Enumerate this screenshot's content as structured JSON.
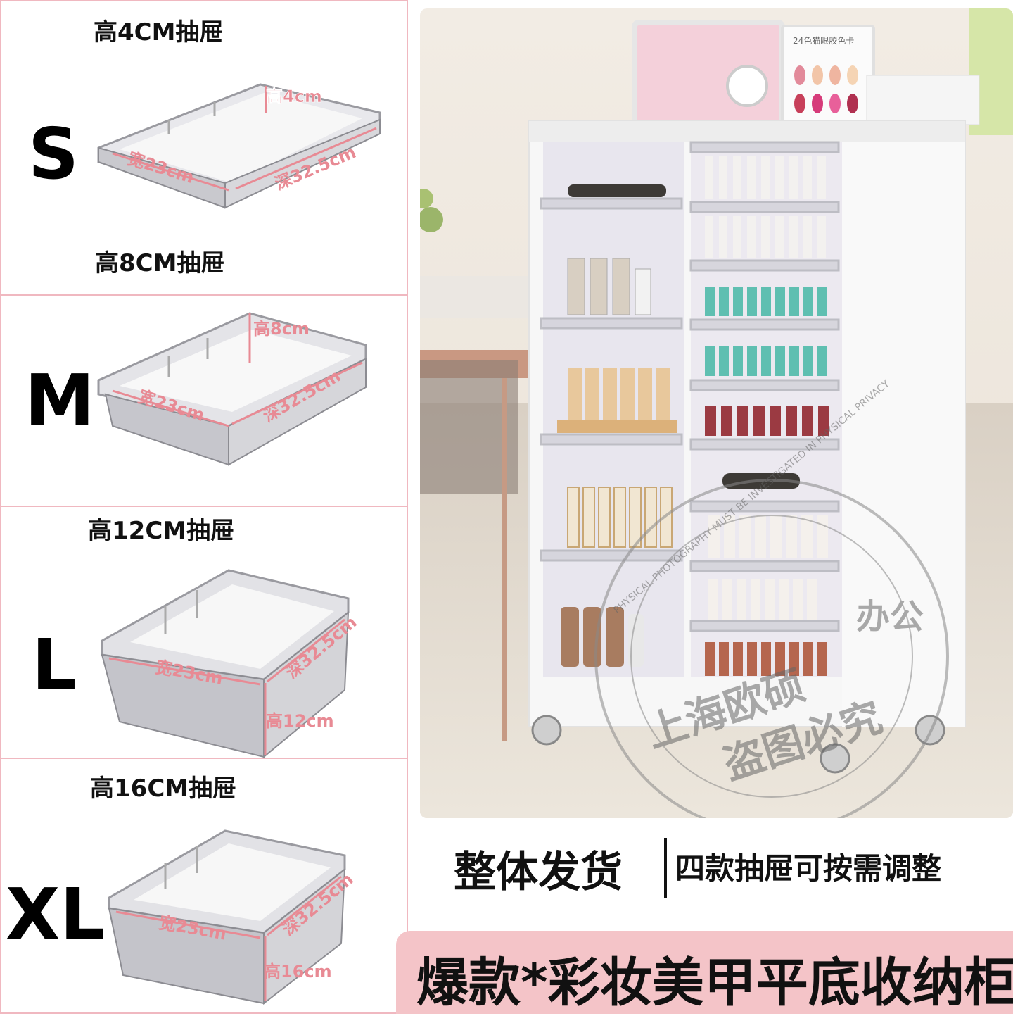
{
  "drawers": [
    {
      "size": "S",
      "caption": "高4CM抽屉",
      "height": "高4cm",
      "width": "宽23cm",
      "depth": "深32.5cm"
    },
    {
      "size": "M",
      "caption": "高8CM抽屉",
      "height": "高8cm",
      "width": "宽23cm",
      "depth": "深32.5cm"
    },
    {
      "size": "L",
      "caption": "高12CM抽屉",
      "height": "高12cm",
      "width": "宽23cm",
      "depth": "深32.5cm"
    },
    {
      "size": "XL",
      "caption": "高16CM抽屉",
      "height": "高16cm",
      "width": "宽23cm",
      "depth": "深32.5cm"
    }
  ],
  "photo": {
    "card_title": "24色猫眼胶色卡",
    "watermark_center": "上海欧硕",
    "watermark_bottom": "盗图必究",
    "watermark_side": "办公",
    "watermark_ring": "PHYSICAL PHOTOGRAPHY MUST BE INVESTIGATED IN PHYSICAL PRIVACY"
  },
  "tagline": {
    "left": "整体发货",
    "right": "四款抽屉可按需调整"
  },
  "banner": "爆款*彩妆美甲平底收纳柜",
  "colors": {
    "accent": "#f4c4c8",
    "border": "#f0b8c0",
    "label": "#e88a94"
  }
}
